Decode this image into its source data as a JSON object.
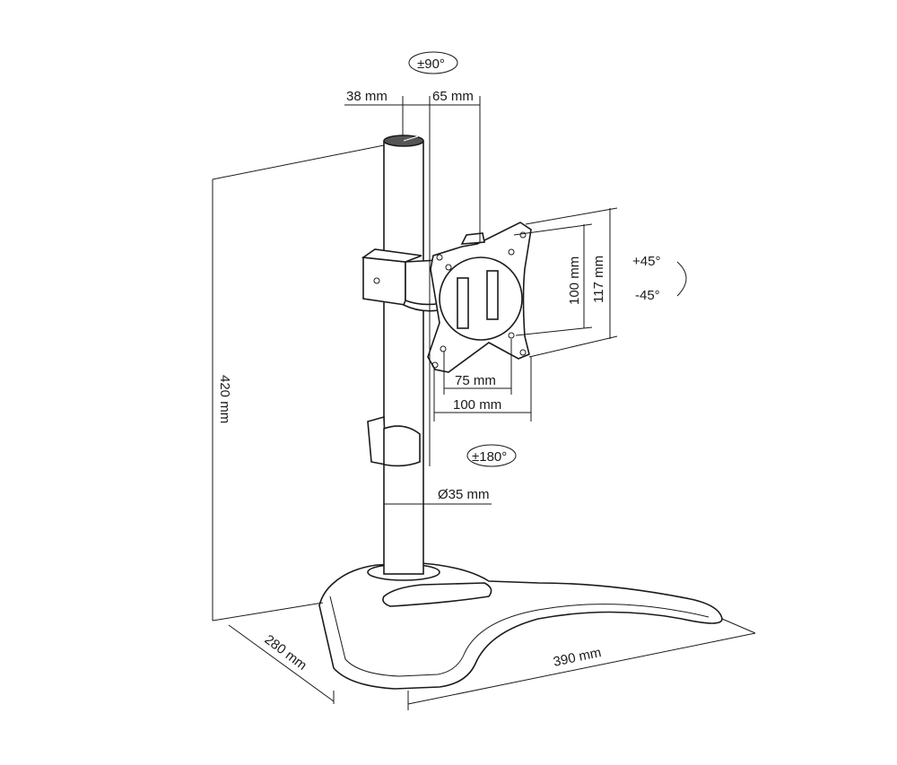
{
  "diagram": {
    "rotation_swivel": "±90°",
    "pole_offset": "38 mm",
    "plate_offset": "65 mm",
    "vesa_height_small": "100 mm",
    "vesa_height_total": "117 mm",
    "tilt_up": "+45°",
    "tilt_down": "-45°",
    "vesa_width_small": "75 mm",
    "vesa_width_large": "100 mm",
    "rotation_plate": "±180°",
    "pole_diameter": "Ø35 mm",
    "total_height": "420 mm",
    "base_depth": "280 mm",
    "base_width": "390 mm"
  }
}
